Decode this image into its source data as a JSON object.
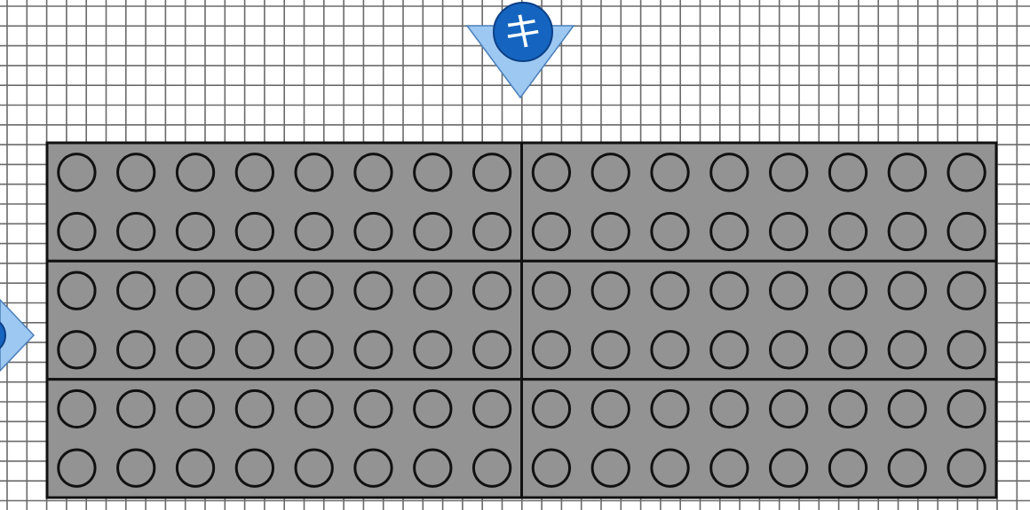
{
  "canvas": {
    "background": "#ffffff",
    "grid_line_color": "#6a6a6a"
  },
  "plate": {
    "fill": "#939393",
    "outline": "#111111",
    "stud_outline": "#111111",
    "block_columns": 2,
    "block_rows": 3,
    "studs_per_block": {
      "columns": 8,
      "rows": 2
    }
  },
  "markers": [
    {
      "name": "top-marker",
      "icon": "katakana-ki-icon",
      "glyph": "キ",
      "badge_color": "#1565c0",
      "badge_outline": "#0b3f86",
      "triangle_color": "#9dc8f2",
      "pointing": "down"
    },
    {
      "name": "left-marker",
      "icon": "marker-badge-icon",
      "glyph": "",
      "badge_color": "#1565c0",
      "badge_outline": "#0b3f86",
      "triangle_color": "#9dc8f2",
      "pointing": "right"
    }
  ]
}
